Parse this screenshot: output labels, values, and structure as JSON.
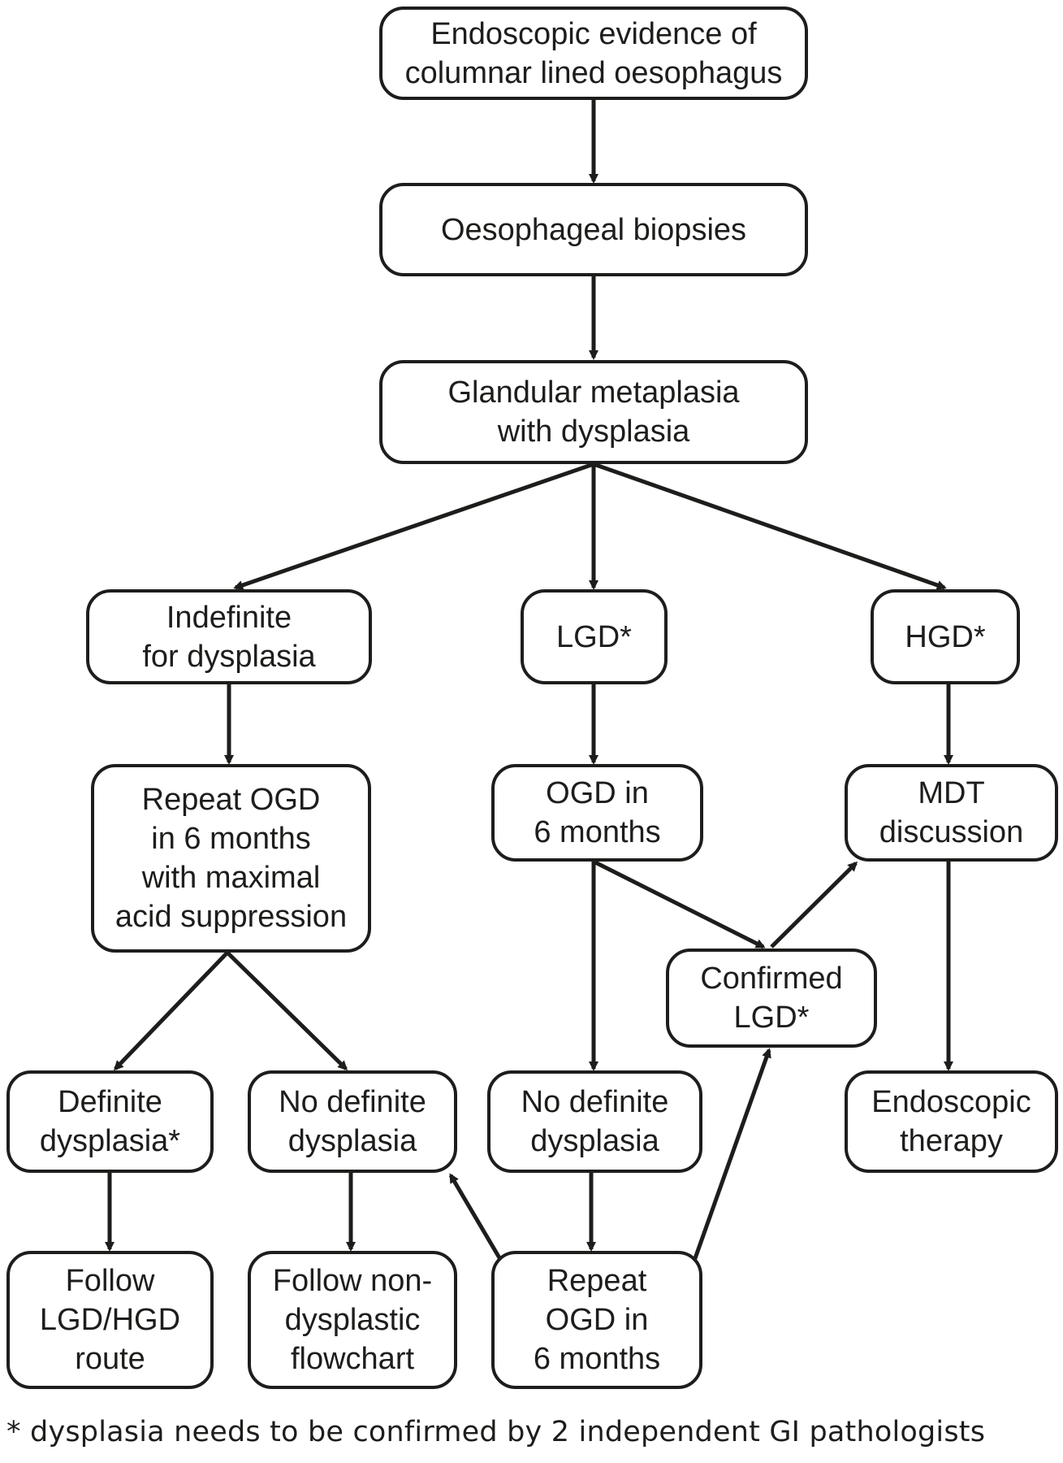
{
  "nodes": {
    "endoscopic_evidence": [
      "Endoscopic evidence of",
      "columnar lined oesophagus"
    ],
    "biopsies": [
      "Oesophageal biopsies"
    ],
    "glandular_metaplasia": [
      "Glandular metaplasia",
      "with dysplasia"
    ],
    "indefinite": [
      "Indefinite",
      "for dysplasia"
    ],
    "lgd": [
      "LGD*"
    ],
    "hgd": [
      "HGD*"
    ],
    "repeat_ogd_maximal": [
      "Repeat OGD",
      "in 6 months",
      "with maximal",
      "acid suppression"
    ],
    "ogd_6_months": [
      "OGD in",
      "6 months"
    ],
    "mdt": [
      "MDT",
      "discussion"
    ],
    "confirmed_lgd": [
      "Confirmed",
      "LGD*"
    ],
    "definite_dysplasia": [
      "Definite",
      "dysplasia*"
    ],
    "no_definite_left": [
      "No definite",
      "dysplasia"
    ],
    "no_definite_center": [
      "No definite",
      "dysplasia"
    ],
    "endoscopic_therapy": [
      "Endoscopic",
      "therapy"
    ],
    "follow_lgd_hgd": [
      "Follow",
      "LGD/HGD",
      "route"
    ],
    "follow_non_dysplastic": [
      "Follow non-",
      "dysplastic",
      "flowchart"
    ],
    "repeat_ogd_6": [
      "Repeat",
      "OGD in",
      "6 months"
    ]
  },
  "footnote": "* dysplasia needs to be confirmed by 2 independent GI pathologists"
}
